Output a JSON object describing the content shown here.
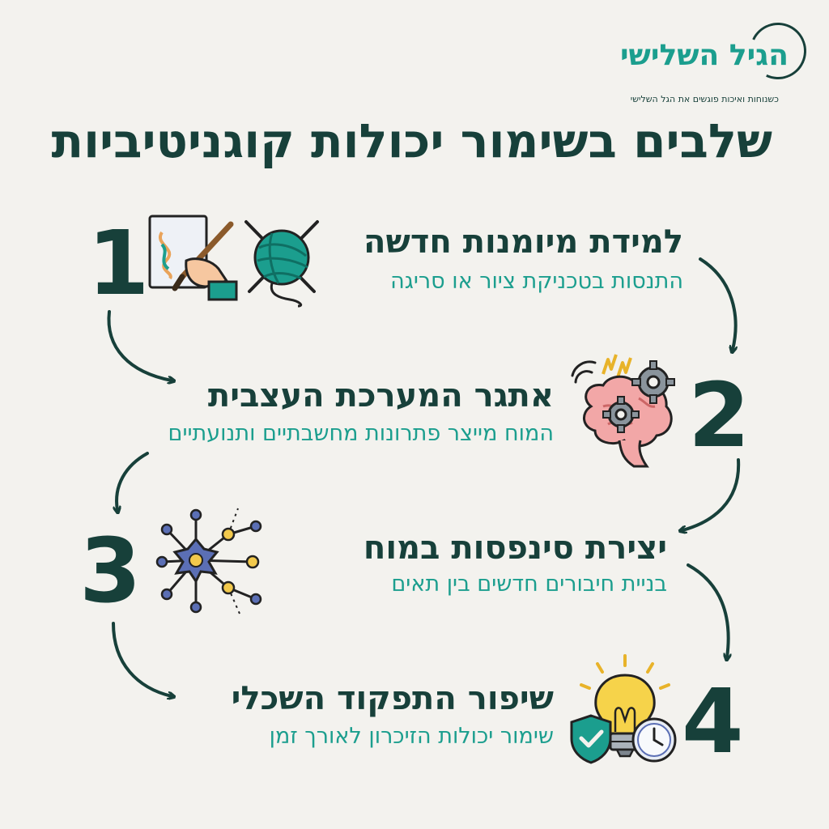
{
  "brand": {
    "name": "הגיל השלישי",
    "tagline": "כשנוחות ואיכות פוגשים את הגל השלישי"
  },
  "title": "שלבים בשימור יכולות קוגניטיביות",
  "steps": [
    {
      "number": "1",
      "title": "למידת מיומנות חדשה",
      "subtitle": "התנסות בטכניקת ציור או סריגה",
      "icons": [
        "painting-icon",
        "yarn-ball-icon"
      ]
    },
    {
      "number": "2",
      "title": "אתגר המערכת העצבית",
      "subtitle": "המוח מייצר פתרונות מחשבתיים ותנועתיים",
      "icons": [
        "brain-gears-icon"
      ]
    },
    {
      "number": "3",
      "title": "יצירת סינפסות במוח",
      "subtitle": "בניית חיבורים חדשים בין תאים",
      "icons": [
        "neuron-icon"
      ]
    },
    {
      "number": "4",
      "title": "שיפור התפקוד השכלי",
      "subtitle": "שימור יכולות הזיכרון לאורך זמן",
      "icons": [
        "lightbulb-shield-clock-icon"
      ]
    }
  ],
  "colors": {
    "dark": "#17403a",
    "accent": "#1b9e8e",
    "background": "#f3f2ee"
  }
}
